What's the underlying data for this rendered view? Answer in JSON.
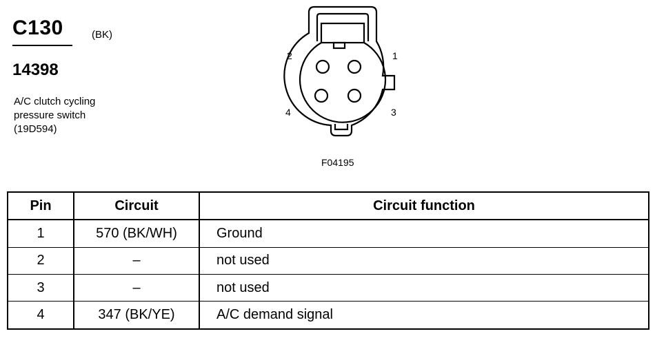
{
  "connector": {
    "id": "C130",
    "color_code": "(BK)",
    "part_number": "14398",
    "description": [
      "A/C clutch cycling",
      "pressure switch",
      "(19D594)"
    ]
  },
  "diagram": {
    "figure_code": "F04195",
    "pin_labels": [
      "1",
      "2",
      "3",
      "4"
    ]
  },
  "table": {
    "headers": [
      "Pin",
      "Circuit",
      "Circuit function"
    ],
    "rows": [
      [
        "1",
        "570 (BK/WH)",
        "Ground"
      ],
      [
        "2",
        "–",
        "not used"
      ],
      [
        "3",
        "–",
        "not used"
      ],
      [
        "4",
        "347 (BK/YE)",
        "A/C demand signal"
      ]
    ]
  }
}
